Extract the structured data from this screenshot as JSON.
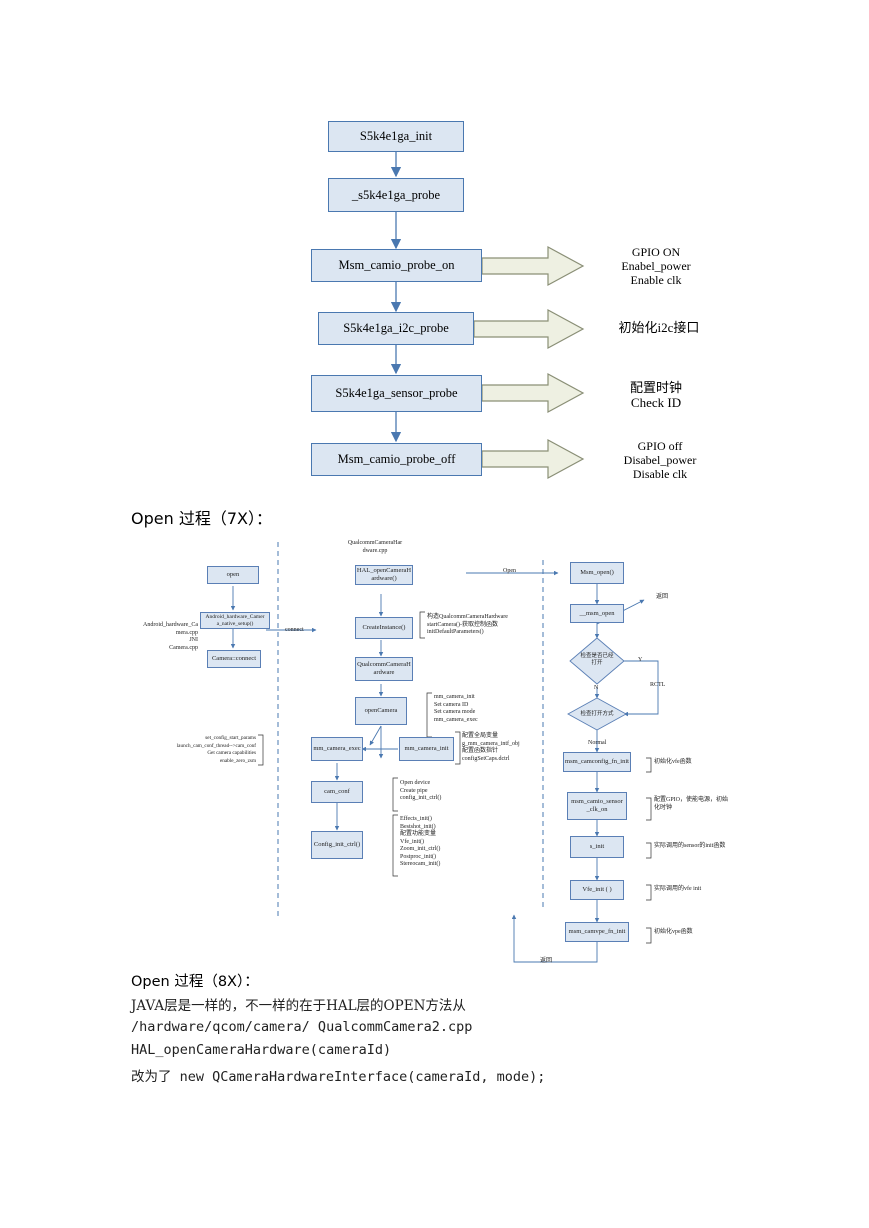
{
  "flow1": {
    "boxes": [
      "S5k4e1ga_init",
      "_s5k4e1ga_probe",
      "Msm_camio_probe_on",
      "S5k4e1ga_i2c_probe",
      "S5k4e1ga_sensor_probe",
      "Msm_camio_probe_off"
    ],
    "notes": [
      "GPIO ON\nEnabel_power\nEnable clk",
      "初始化i2c接口",
      "配置时钟\nCheck ID",
      "GPIO off\nDisabel_power\nDisable clk"
    ]
  },
  "heading_7x": "Open 过程（7X）：",
  "flow2": {
    "col1": {
      "boxes": [
        "open",
        "Android_hardware_Camer\na_native_setup()",
        "Camera::connect"
      ],
      "left_label": "Android_hardware_Ca\nmera.cpp\nJNI\nCamera.cpp",
      "connect_label": "connect"
    },
    "col2": {
      "file_label": "QualcommCameraHar\ndware.cpp",
      "boxes": [
        "HAL_openCameraH\nardware()",
        "CreateInstance()",
        "QualcommCameraH\nardware",
        "openCamera",
        "mm_camera_exec",
        "mm_camera_init",
        "cam_conf",
        "Config_init_ctrl()"
      ],
      "note_createinstance": "构造QualcommCameraHardware\nstartCamera()-获取控制函数\ninitDefaultParameters()",
      "note_opencamera": "mm_camera_init\nSet camera ID\nSet camera mode\nmm_camera_exec",
      "note_exec": "set_config_start_params\nlaunch_cam_conf_thread-->cam_conf\nGet camera capabilities\nenable_zero_zsm",
      "note_init": "配置全局变量\ng_mm_camera_intf_obj\n配置函数指针\nconfigSetCaps.dctrl",
      "note_camconf": "Open device\nCreate pipe\nconfig_init_ctrl()",
      "note_configinit": "Effects_init()\nBestshot_init()\n配置功能变量\nVfe_init()\nZoom_init_ctrl()\nPostproc_init()\nStereocam_init()"
    },
    "col3": {
      "open_label": "Open",
      "boxes": [
        "Msm_open()",
        "__msm_open",
        "msm_camconfig_fn_init",
        "msm_camio_sensor\n_clk_on",
        "s_init",
        "Vfe_init ( )",
        "msm_camvpe_fn_init"
      ],
      "diamond1": "检查是否已经\n打开",
      "diamond2": "检查打开方式",
      "label_y": "Y",
      "label_n": "N",
      "label_rctl": "RCTL",
      "label_normal": "Normal",
      "label_return_top": "返回",
      "label_return_bottom": "返回",
      "note_camconfig": "初始化vfe函数",
      "note_clk": "配置GPIO，使能电源，初始\n化时钟",
      "note_sinit": "实际调用的sensor的init函数",
      "note_vfe": "实际调用的vfe init",
      "note_vpe": "初始化vpe函数"
    }
  },
  "heading_8x": "Open 过程（8X）：",
  "body_lines": [
    "JAVA层是一样的，不一样的在于HAL层的OPEN方法从",
    "/hardware/qcom/camera/ QualcommCamera2.cpp",
    "HAL_openCameraHardware(cameraId)",
    "改为了 new QCameraHardwareInterface(cameraId, mode);"
  ]
}
